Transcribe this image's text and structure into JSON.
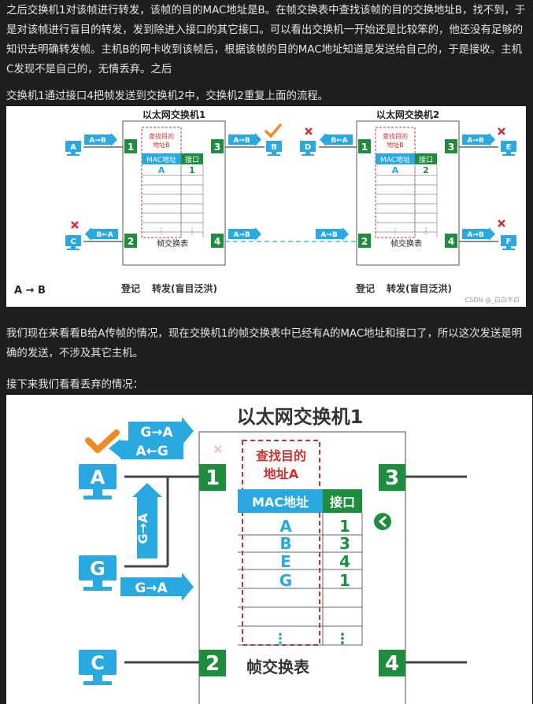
{
  "article": {
    "para1": "之后交换机1对该帧进行转发，该帧的目的MAC地址是B。在帧交换表中查找该帧的目的交换地址B，找不到，于是对该帧进行盲目的转发，发到除进入接口的其它接口。可以看出交换机一开始还是比较笨的，他还没有足够的知识去明确转发帧。主机B的网卡收到该帧后，根据该帧的目的MAC地址知道是发送给自己的，于是接收。主机C发现不是自己的，无情丢弃。之后",
    "para2": "交换机1通过接口4把帧发送到交换机2中，交换机2重复上面的流程。",
    "para3": "我们现在来看看B给A传帧的情况，现在交换机1的帧交换表中已经有A的MAC地址和接口了，所以这次发送是明确的发送，不涉及其它主机。",
    "para4": "接下来我们看看丢弃的情况："
  },
  "figure1": {
    "switch1_title": "以太网交换机1",
    "switch2_title": "以太网交换机2",
    "lookup_label_1": "查找目的",
    "lookup_label_2": "地址B",
    "col_mac": "MAC地址",
    "col_port": "接口",
    "sw1_row_mac": "A",
    "sw1_row_port": "1",
    "sw2_row_mac": "A",
    "sw2_row_port": "2",
    "table_caption": "帧交换表",
    "dots": "⋮",
    "ports": [
      "1",
      "2",
      "3",
      "4"
    ],
    "hosts": [
      "A",
      "B",
      "C",
      "D",
      "E",
      "F"
    ],
    "frame_ab": "A→B",
    "frame_ba": "B←A",
    "legend": "A → B",
    "step_1": "登记",
    "step_2": "转发(盲目泛洪)",
    "watermark": "CSDN @_白白不白",
    "colors": {
      "host": "#29a9e0",
      "port": "#1e8e3e",
      "accent_red": "#d32f2f",
      "check": "#f08a24"
    }
  },
  "figure2": {
    "switch_title": "以太网交换机1",
    "lookup_label_1": "查找目的",
    "lookup_label_2": "地址A",
    "col_mac": "MAC地址",
    "col_port": "接口",
    "rows": [
      {
        "mac": "A",
        "port": "1"
      },
      {
        "mac": "B",
        "port": "3"
      },
      {
        "mac": "E",
        "port": "4"
      },
      {
        "mac": "G",
        "port": "1"
      }
    ],
    "dots": "⋮",
    "table_caption": "帧交换表",
    "frame_ga": "G→A",
    "frame_ag": "A←G",
    "hosts": [
      "A",
      "G",
      "C"
    ],
    "ports": [
      "1",
      "2",
      "3",
      "4"
    ],
    "cross": "×"
  }
}
